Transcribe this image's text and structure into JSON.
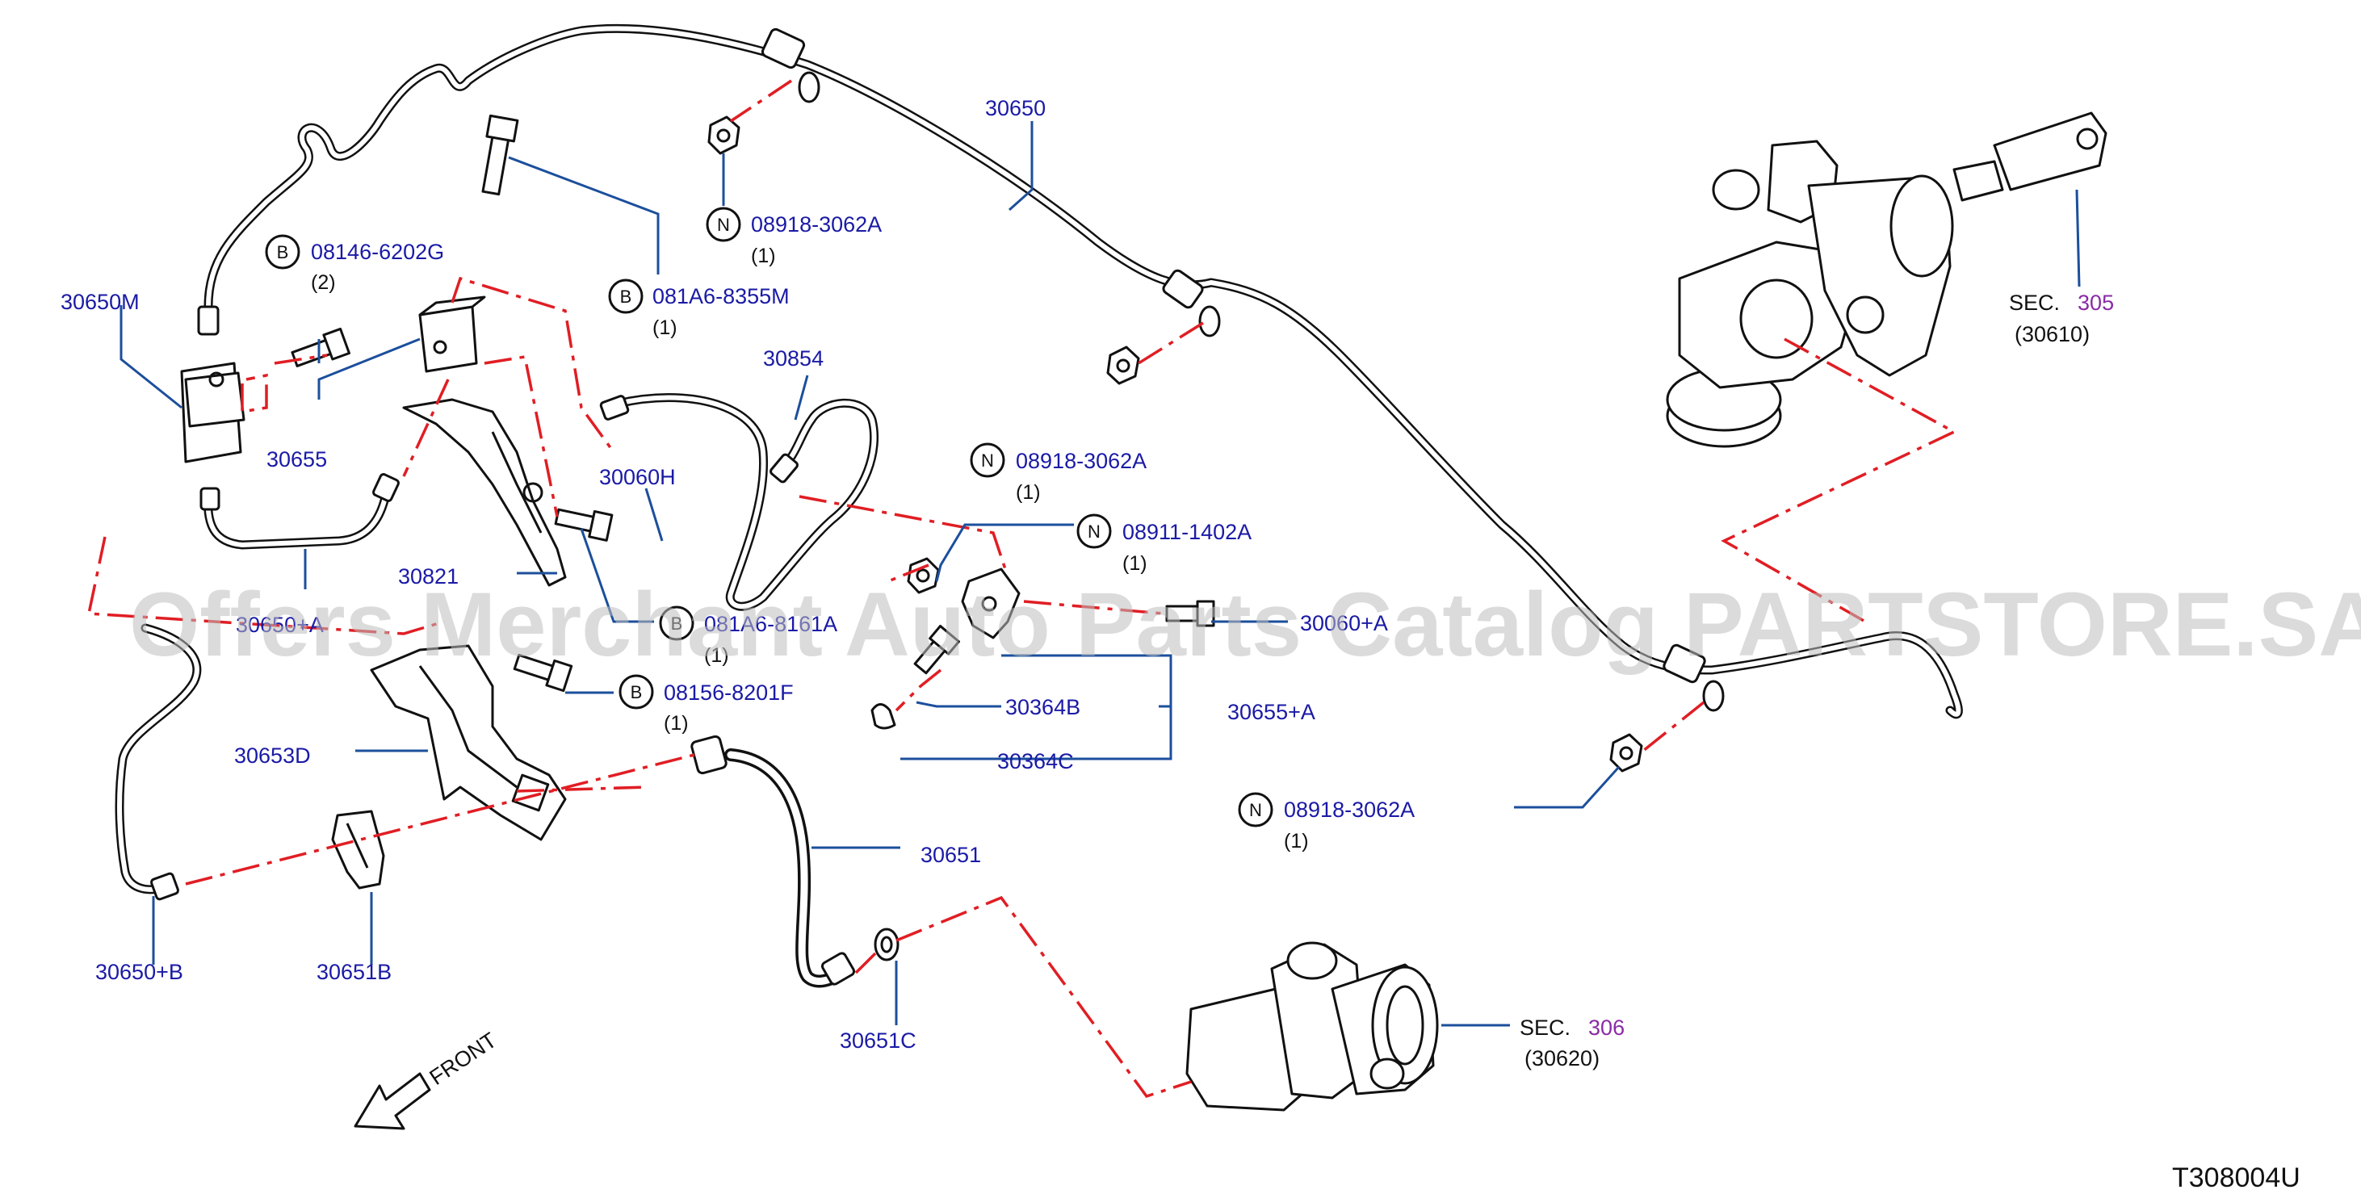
{
  "diagram_code": "T308004U",
  "watermark": "Offers Merchant Auto Parts Catalog PARTSTORE.SA",
  "direction_label": "FRONT",
  "sections": [
    {
      "prefix": "SEC.",
      "number": "305",
      "ref": "(30610)"
    },
    {
      "prefix": "SEC.",
      "number": "306",
      "ref": "(30620)"
    }
  ],
  "parts": {
    "p30650": "30650",
    "p30650M": "30650M",
    "p30655": "30655",
    "p30854": "30854",
    "p30060H": "30060H",
    "p30821": "30821",
    "p30650A": "30650+A",
    "p30653D": "30653D",
    "p30651": "30651",
    "p30651B": "30651B",
    "p30650B": "30650+B",
    "p30651C": "30651C",
    "p30364B": "30364B",
    "p30364C": "30364C",
    "p30655A": "30655+A",
    "p30060A": "30060+A"
  },
  "fasteners": [
    {
      "prefix": "N",
      "number": "08918-3062A",
      "qty": "(1)"
    },
    {
      "prefix": "B",
      "number": "08146-6202G",
      "qty": "(2)"
    },
    {
      "prefix": "B",
      "number": "081A6-8355M",
      "qty": "(1)"
    },
    {
      "prefix": "N",
      "number": "08918-3062A",
      "qty": "(1)"
    },
    {
      "prefix": "N",
      "number": "08911-1402A",
      "qty": "(1)"
    },
    {
      "prefix": "B",
      "number": "081A6-8161A",
      "qty": "(1)"
    },
    {
      "prefix": "B",
      "number": "08156-8201F",
      "qty": "(1)"
    },
    {
      "prefix": "N",
      "number": "08918-3062A",
      "qty": "(1)"
    }
  ],
  "colors": {
    "label": "#1a1aa6",
    "leader": "#1c4f9c",
    "dashed": "#e01e24",
    "section_number": "#8a2aa6"
  }
}
